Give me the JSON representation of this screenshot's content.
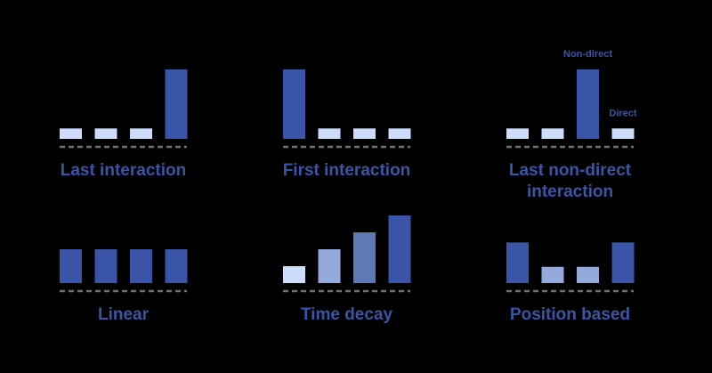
{
  "colors": {
    "background": "#000000",
    "dark": "#3a55a8",
    "mid_dark": "#5f79b6",
    "mid": "#94a9dc",
    "light": "#cddcfb",
    "text": "#3a55a8",
    "baseline": "#707070"
  },
  "panels": [
    {
      "title_lines": [
        "Last interaction"
      ],
      "bars": [
        {
          "value": 0.15,
          "tone": "light"
        },
        {
          "value": 0.15,
          "tone": "light"
        },
        {
          "value": 0.15,
          "tone": "light"
        },
        {
          "value": 1.0,
          "tone": "dark"
        }
      ],
      "annotations": []
    },
    {
      "title_lines": [
        "First interaction"
      ],
      "bars": [
        {
          "value": 1.0,
          "tone": "dark"
        },
        {
          "value": 0.15,
          "tone": "light"
        },
        {
          "value": 0.15,
          "tone": "light"
        },
        {
          "value": 0.15,
          "tone": "light"
        }
      ],
      "annotations": []
    },
    {
      "title_lines": [
        "Last non-direct",
        "interaction"
      ],
      "bars": [
        {
          "value": 0.15,
          "tone": "light"
        },
        {
          "value": 0.15,
          "tone": "light"
        },
        {
          "value": 1.0,
          "tone": "dark"
        },
        {
          "value": 0.15,
          "tone": "light"
        }
      ],
      "annotations": [
        {
          "text": "Non-direct",
          "bar_index": 2
        },
        {
          "text": "Direct",
          "bar_index": 3
        }
      ]
    },
    {
      "title_lines": [
        "Linear"
      ],
      "bars": [
        {
          "value": 0.5,
          "tone": "dark"
        },
        {
          "value": 0.5,
          "tone": "dark"
        },
        {
          "value": 0.5,
          "tone": "dark"
        },
        {
          "value": 0.5,
          "tone": "dark"
        }
      ],
      "annotations": []
    },
    {
      "title_lines": [
        "Time decay"
      ],
      "bars": [
        {
          "value": 0.25,
          "tone": "light"
        },
        {
          "value": 0.5,
          "tone": "mid"
        },
        {
          "value": 0.75,
          "tone": "mid_dark"
        },
        {
          "value": 1.0,
          "tone": "dark"
        }
      ],
      "annotations": []
    },
    {
      "title_lines": [
        "Position based"
      ],
      "bars": [
        {
          "value": 0.6,
          "tone": "dark"
        },
        {
          "value": 0.24,
          "tone": "mid"
        },
        {
          "value": 0.24,
          "tone": "mid"
        },
        {
          "value": 0.6,
          "tone": "dark"
        }
      ],
      "annotations": []
    }
  ]
}
